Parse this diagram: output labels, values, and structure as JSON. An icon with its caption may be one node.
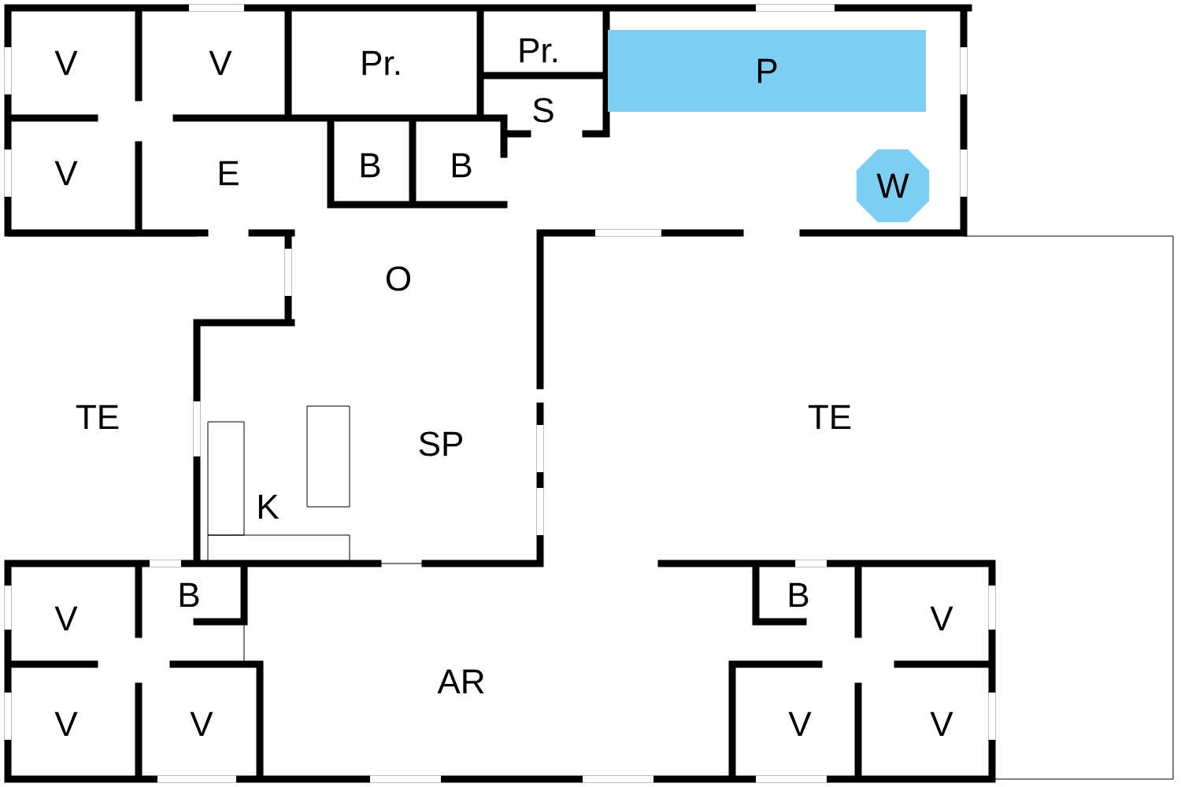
{
  "diagram": {
    "nodes": [
      {
        "text": [
          "V"
        ]
      },
      {
        "text": [
          "V"
        ]
      },
      {
        "text": [
          "Pr."
        ]
      },
      {
        "text": [
          "Pr."
        ]
      },
      {
        "text": [
          "P"
        ]
      },
      {
        "text": [
          "S"
        ]
      },
      {
        "text": [
          "V"
        ]
      },
      {
        "text": [
          "E"
        ]
      },
      {
        "text": [
          "B"
        ]
      },
      {
        "text": [
          "B"
        ]
      },
      {
        "text": [
          "W"
        ]
      },
      {
        "text": [
          "O"
        ]
      },
      {
        "text": [
          "TE"
        ]
      },
      {
        "text": [
          "TE"
        ]
      },
      {
        "text": [
          "SP"
        ]
      },
      {
        "text": [
          "K"
        ]
      },
      {
        "text": [
          "B"
        ]
      },
      {
        "text": [
          "B"
        ]
      },
      {
        "text": [
          "V"
        ]
      },
      {
        "text": [
          "V"
        ]
      },
      {
        "text": [
          "AR"
        ]
      },
      {
        "text": [
          "V"
        ]
      },
      {
        "text": [
          "V"
        ]
      },
      {
        "text": [
          "V"
        ]
      },
      {
        "text": [
          "V"
        ]
      }
    ]
  }
}
